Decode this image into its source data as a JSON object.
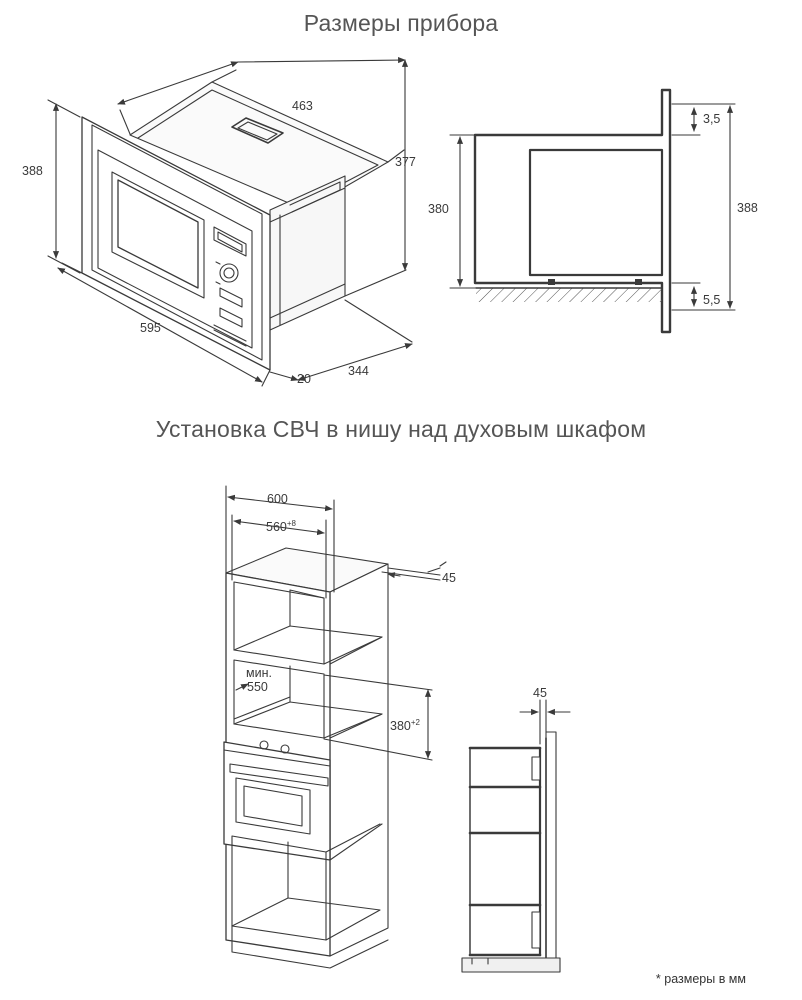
{
  "titles": {
    "device_dimensions": "Размеры прибора",
    "installation": "Установка СВЧ в нишу над духовым шкафом"
  },
  "device_dims": {
    "height": "388",
    "depth_top": "463",
    "depth_side": "377",
    "width": "595",
    "front_thickness": "20",
    "body_depth": "344"
  },
  "side_profile_dims": {
    "inner_height": "380",
    "top_gap": "3,5",
    "total_height": "388",
    "bottom_gap": "5,5"
  },
  "niche_dims": {
    "cabinet_width": "600",
    "niche_width": "560",
    "niche_width_tol": "+8",
    "back_gap": "45",
    "min_label": "мин.",
    "min_depth": "550",
    "niche_height": "380",
    "niche_height_tol": "+2",
    "side_back_gap": "45"
  },
  "footnote": "* размеры в мм"
}
